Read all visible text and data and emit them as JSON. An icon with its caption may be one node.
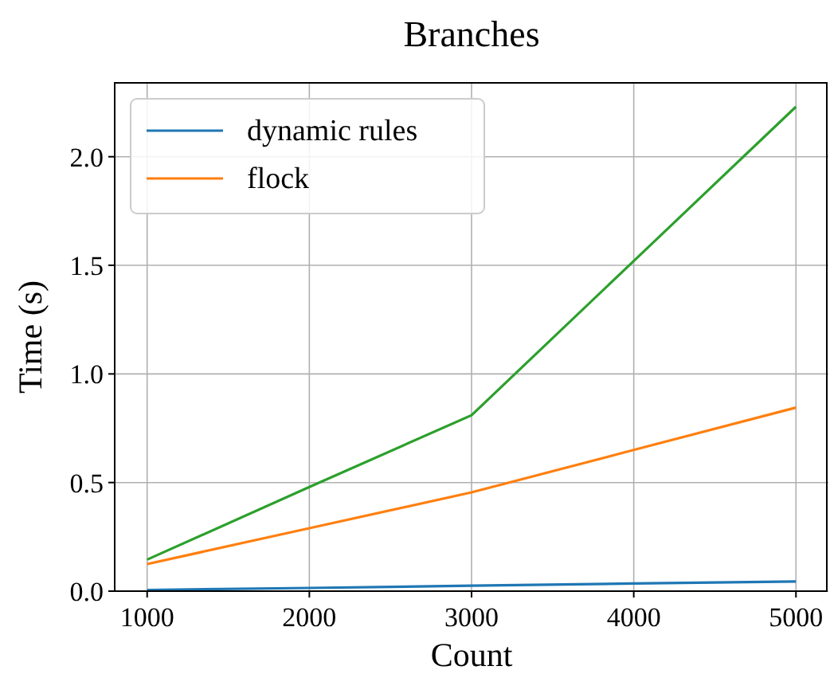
{
  "diagram": {
    "chart_data": {
      "type": "line",
      "title": "Branches",
      "xlabel": "Count",
      "ylabel": "Time (s)",
      "x": [
        1000,
        2000,
        3000,
        4000,
        5000
      ],
      "series": [
        {
          "name": "dynamic rules",
          "color": "#1f77b4",
          "values": [
            0.005,
            0.015,
            0.025,
            0.035,
            0.045
          ]
        },
        {
          "name": "flock",
          "color": "#ff7f0e",
          "values": [
            0.125,
            0.29,
            0.455,
            0.65,
            0.845
          ]
        },
        {
          "color": "#2ca02c",
          "values": [
            0.145,
            0.48,
            0.81,
            1.52,
            2.23
          ]
        }
      ],
      "xlim": [
        800,
        5200
      ],
      "ylim": [
        0,
        2.34
      ],
      "grid": true,
      "legend": "upper left",
      "xticks": [
        1000,
        2000,
        3000,
        4000,
        5000
      ],
      "yticks": [
        {
          "value": 0,
          "label": "0.0"
        },
        {
          "value": 0.5,
          "label": "0.5"
        },
        {
          "value": 1,
          "label": "1.0"
        },
        {
          "value": 1.5,
          "label": "1.5"
        },
        {
          "value": 2,
          "label": "2.0"
        }
      ]
    }
  }
}
